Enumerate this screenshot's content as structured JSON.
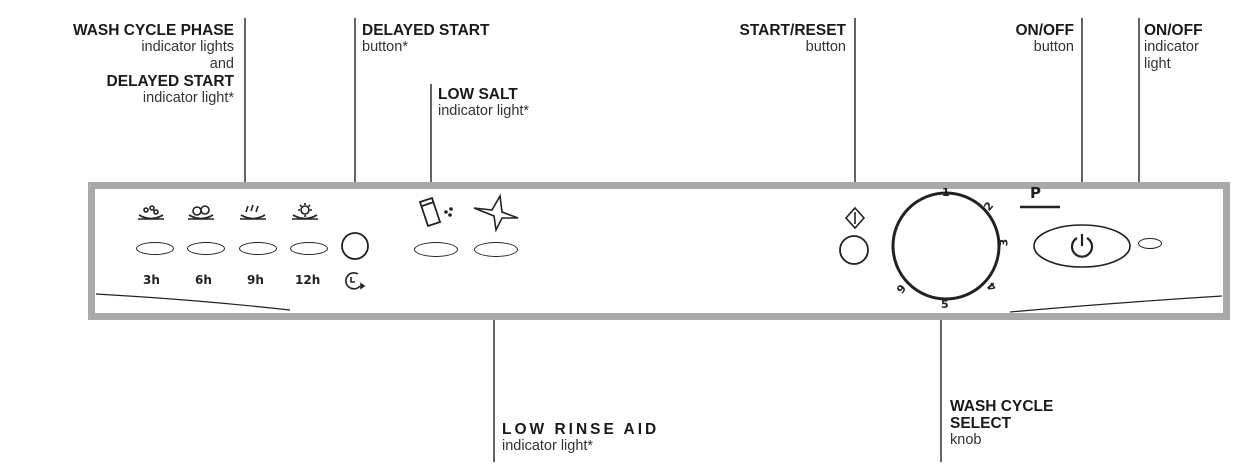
{
  "labels": {
    "wash_phase": {
      "title": "WASH CYCLE PHASE",
      "line2": "indicator lights",
      "line3": "and",
      "title2": "DELAYED START",
      "line5": "indicator light*"
    },
    "delayed_button": {
      "title": "DELAYED START",
      "sub": "button*"
    },
    "low_salt": {
      "title": "LOW SALT",
      "sub": "indicator light*"
    },
    "start_reset": {
      "title": "START/RESET",
      "sub": "button"
    },
    "onoff_button": {
      "title": "ON/OFF",
      "sub": "button"
    },
    "onoff_light": {
      "title": "ON/OFF",
      "sub1": "indicator",
      "sub2": "light"
    },
    "low_rinse": {
      "title": "LOW RINSE AID",
      "sub": "indicator light*"
    },
    "wash_select": {
      "title1": "WASH CYCLE",
      "title2": "SELECT",
      "sub": "knob"
    }
  },
  "timers": [
    "3h",
    "6h",
    "9h",
    "12h"
  ],
  "knob_numbers": [
    "1",
    "2",
    "3",
    "4",
    "5",
    "6"
  ],
  "p_symbol": "P",
  "icons": [
    "prewash-icon",
    "wash-icon",
    "rinse-icon",
    "dry-icon",
    "delay-timer-icon",
    "salt-icon",
    "rinse-aid-star-icon",
    "start-reset-icon",
    "power-icon"
  ]
}
